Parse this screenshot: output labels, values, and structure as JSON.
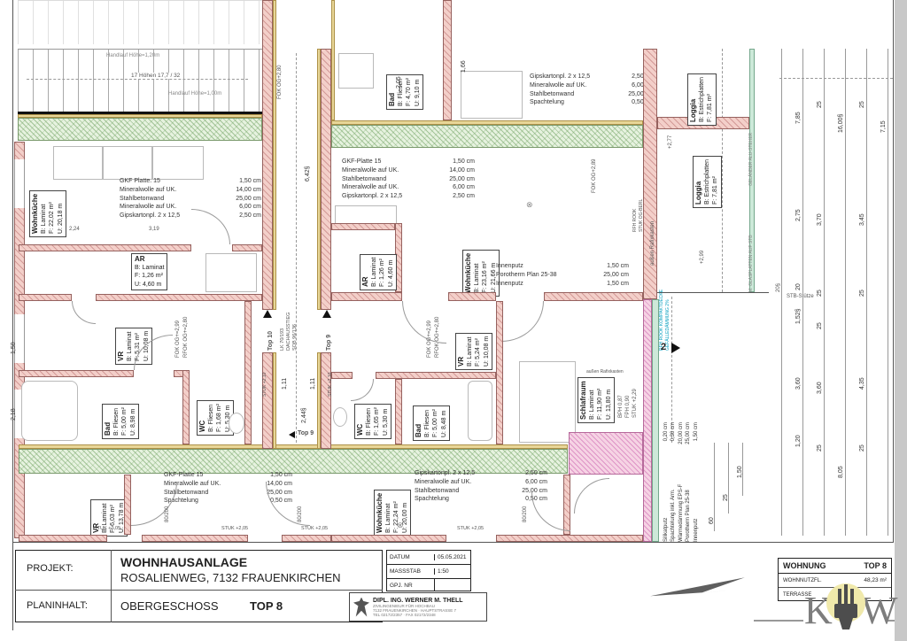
{
  "sheet": {
    "projekt_label": "PROJEKT:",
    "projekt_line1": "WOHNHAUSANLAGE",
    "projekt_line2": "ROSALIENWEG, 7132 FRAUENKIRCHEN",
    "planinhalt_label": "PLANINHALT:",
    "planinhalt_value": "OBERGESCHOSS",
    "planinhalt_top": "TOP 8",
    "meta": {
      "datum_label": "DATUM",
      "datum": "05.05.2021",
      "massstab_label": "MASSSTAB",
      "massstab": "1:50",
      "gpj_label": "GPJ. NR",
      "gpj": ""
    },
    "stamp": {
      "name": "DIPL. ING. WERNER M. THELL",
      "line1": "ZIVILINGENIEUR FÜR HOCHBAU",
      "line2": "7132 FRAUENKIRCHEN · HAUPTSTRASSE 7",
      "line3": "TEL 02172/2357 · FAX 02172/2348"
    }
  },
  "apartment_box": {
    "title_left": "WOHNUNG",
    "title_right": "TOP 8",
    "row1_label": "WOHNNUTZFL.",
    "row1_value": "48,23 m²",
    "row2_label": "TERRASSE",
    "row2_value": ""
  },
  "logo": {
    "k": "K",
    "w": "W"
  },
  "stair": {
    "label_top": "Handlauf Höhe=1,20m",
    "label_mid": "17 Höhen 17,7 / 32",
    "label_bottom": "Handlauf Höhe=1,00m"
  },
  "core": {
    "lk": "LK 70/193",
    "dach": "DACHAUSSTIEG",
    "sob": "SOB 96/136",
    "top10": "Top 10",
    "top9": "Top 9"
  },
  "rooms": [
    {
      "n": "Wohnküche",
      "l1": "B: Laminat",
      "l2": "F: 22,02 m²",
      "l3": "U: 20,18 m"
    },
    {
      "n": "AR",
      "l1": "B: Laminat",
      "l2": "F: 1,26 m²",
      "l3": "U: 4,60 m"
    },
    {
      "n": "VR",
      "l1": "B: Laminat",
      "l2": "F: 5,31 m²",
      "l3": "U: 10,08 m"
    },
    {
      "n": "Bad",
      "l1": "B: Fliesen",
      "l2": "F: 5,00 m²",
      "l3": "U: 8,98 m"
    },
    {
      "n": "WC",
      "l1": "B: Fliesen",
      "l2": "F: 1,68 m²",
      "l3": "U: 5,30 m"
    },
    {
      "n": "Bad",
      "l1": "B: Fliesen",
      "l2": "F: 4,70 m²",
      "l3": "U: 9,10 m"
    },
    {
      "n": "AR",
      "l1": "B: Laminat",
      "l2": "F: 1,26 m²",
      "l3": "U: 4,60 m"
    },
    {
      "n": "Wohnküche",
      "l1": "B: Laminat",
      "l2": "F: 23,16 m²",
      "l3": "U: 21,66 m"
    },
    {
      "n": "VR",
      "l1": "B: Laminat",
      "l2": "F: 5,24 m²",
      "l3": "U: 10,08 m"
    },
    {
      "n": "WC",
      "l1": "B: Fliesen",
      "l2": "F: 1,65 m²",
      "l3": "U: 5,30 m"
    },
    {
      "n": "Bad",
      "l1": "B: Fliesen",
      "l2": "F: 5,00 m²",
      "l3": "U: 8,48 m"
    },
    {
      "n": "Schlafraum",
      "l1": "B: Laminat",
      "l2": "F: 11,90 m²",
      "l3": "U: 13,80 m"
    },
    {
      "n": "Loggia",
      "l1": "B: Estrichplatten",
      "l2": "F: 7,81 m²",
      "l3": ""
    },
    {
      "n": "Loggia",
      "l1": "B: Estrichplatten",
      "l2": "F: 7,81 m²",
      "l3": ""
    },
    {
      "n": "Wohnküche",
      "l1": "B: Laminat",
      "l2": "F: 22,24 m²",
      "l3": "U: 20,00 m"
    },
    {
      "n": "VR",
      "l1": "B: Laminat",
      "l2": "F: 6,03 m²",
      "l3": "U: 13,78 m"
    }
  ],
  "specs": {
    "a": [
      [
        "GKF Platte. 15",
        "1,50 cm"
      ],
      [
        "Mineralwolle auf UK.",
        "14,00 cm"
      ],
      [
        "Stahlbetonwand",
        "25,00 cm"
      ],
      [
        "Mineralwolle auf UK.",
        "6,00 cm"
      ],
      [
        "Gipskartonpl. 2 x 12,5",
        "2,50 cm"
      ]
    ],
    "b": [
      [
        "GKF-Platte 15",
        "1,50 cm"
      ],
      [
        "Mineralwolle auf UK.",
        "14,00 cm"
      ],
      [
        "Stahlbetonwand",
        "25,00 cm"
      ],
      [
        "Mineralwolle auf UK.",
        "6,00 cm"
      ],
      [
        "Gipskartonpl. 2 x 12,5",
        "2,50 cm"
      ]
    ],
    "c": [
      [
        "Gipskartonpl. 2 x 12,5",
        "2,50 cm"
      ],
      [
        "Mineralwolle auf UK.",
        "6,00 cm"
      ],
      [
        "Stahlbetonwand",
        "25,00 cm"
      ],
      [
        "Spachtelung",
        "0,50 cm"
      ]
    ],
    "d": [
      [
        "Innenputz",
        "1,50 cm"
      ],
      [
        "Porotherm Plan 25-38",
        "25,00 cm"
      ],
      [
        "Innenputz",
        "1,50 cm"
      ]
    ],
    "e": [
      [
        "GKF-Platte 15",
        "1,50 cm"
      ],
      [
        "Mineralwolle auf UK.",
        "14,00 cm"
      ],
      [
        "Stahlbetonwand",
        "25,00 cm"
      ],
      [
        "Spachtelung",
        "0,50 cm"
      ]
    ],
    "f": [
      [
        "Gipskartonpl. 2 x 12,5",
        "2,50 cm"
      ],
      [
        "Mineralwolle auf UK.",
        "6,00 cm"
      ],
      [
        "Stahlbetonwand",
        "25,00 cm"
      ],
      [
        "Spachtelung",
        "0,50 cm"
      ]
    ],
    "g": [
      [
        "Silikatputz",
        "0,20 cm"
      ],
      [
        "Spachtelung inkl. Arm.",
        "0,30 cm"
      ],
      [
        "Wärmedämmung EPS-F",
        "20,00 cm"
      ],
      [
        "Porotherm Plan 25-38",
        "25,00 cm"
      ],
      [
        "Innenputz",
        "1,50 cm"
      ]
    ]
  },
  "ann": {
    "fok280": "FOK OG+2,80",
    "fok289": "FOK OG+2,89",
    "fok299": "FOK OG+=2,99",
    "rfok280": "RFOK OG+=2,80",
    "stuk205": "STUK +2,05",
    "stuk210": "STUK +2,10",
    "d80200": "80/200",
    "bph": "BPH 0,87",
    "fph": "FPH 0,90",
    "stuk229": "STUK +2,29",
    "p277": "+2,77",
    "p299": "+2,99",
    "rafix": "außen Rafixkasten",
    "rfhrook": "RFH ROOK",
    "stukberl": "STUK OG-BERL",
    "stb": "STB-Stütze",
    "d20": "20§",
    "gel1": "GELÄNDER ALU-STEHER",
    "gel2": "M. GLASPLATTEN AUF STB",
    "cyan1": "RFH ROOK KOMPAKTDECKE",
    "cyan2": "GEFÄLLEDÄMMUNG 2%",
    "sec2": "2",
    "d244": "2,44§",
    "d642": "6,42§",
    "d205": "2,05",
    "d166": "1,66",
    "d319": "3,19",
    "d224": "2,24",
    "d218": "2,18",
    "d150": "1,50",
    "d111": "1,11"
  },
  "dims": {
    "c1": [
      "7,85",
      "2,75",
      "20",
      "1,52§",
      "3,60",
      "1,20"
    ],
    "c2": [
      "25",
      "3,70",
      "25",
      "25",
      "3,60",
      "25"
    ],
    "c3": [
      "16,00§",
      "8,05"
    ],
    "c4": [
      "25",
      "3,45",
      "25",
      "4,35",
      "25"
    ],
    "c5": [
      "7,15"
    ],
    "extra": [
      "60",
      "25",
      "1,50"
    ]
  }
}
